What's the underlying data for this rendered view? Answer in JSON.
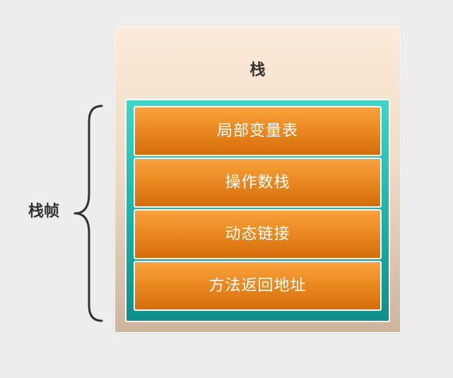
{
  "diagram": {
    "stack_label": "栈",
    "frame_label": "栈帧",
    "frame_items": [
      {
        "label": "局部变量表"
      },
      {
        "label": "操作数栈"
      },
      {
        "label": "动态链接"
      },
      {
        "label": "方法返回地址"
      }
    ]
  }
}
